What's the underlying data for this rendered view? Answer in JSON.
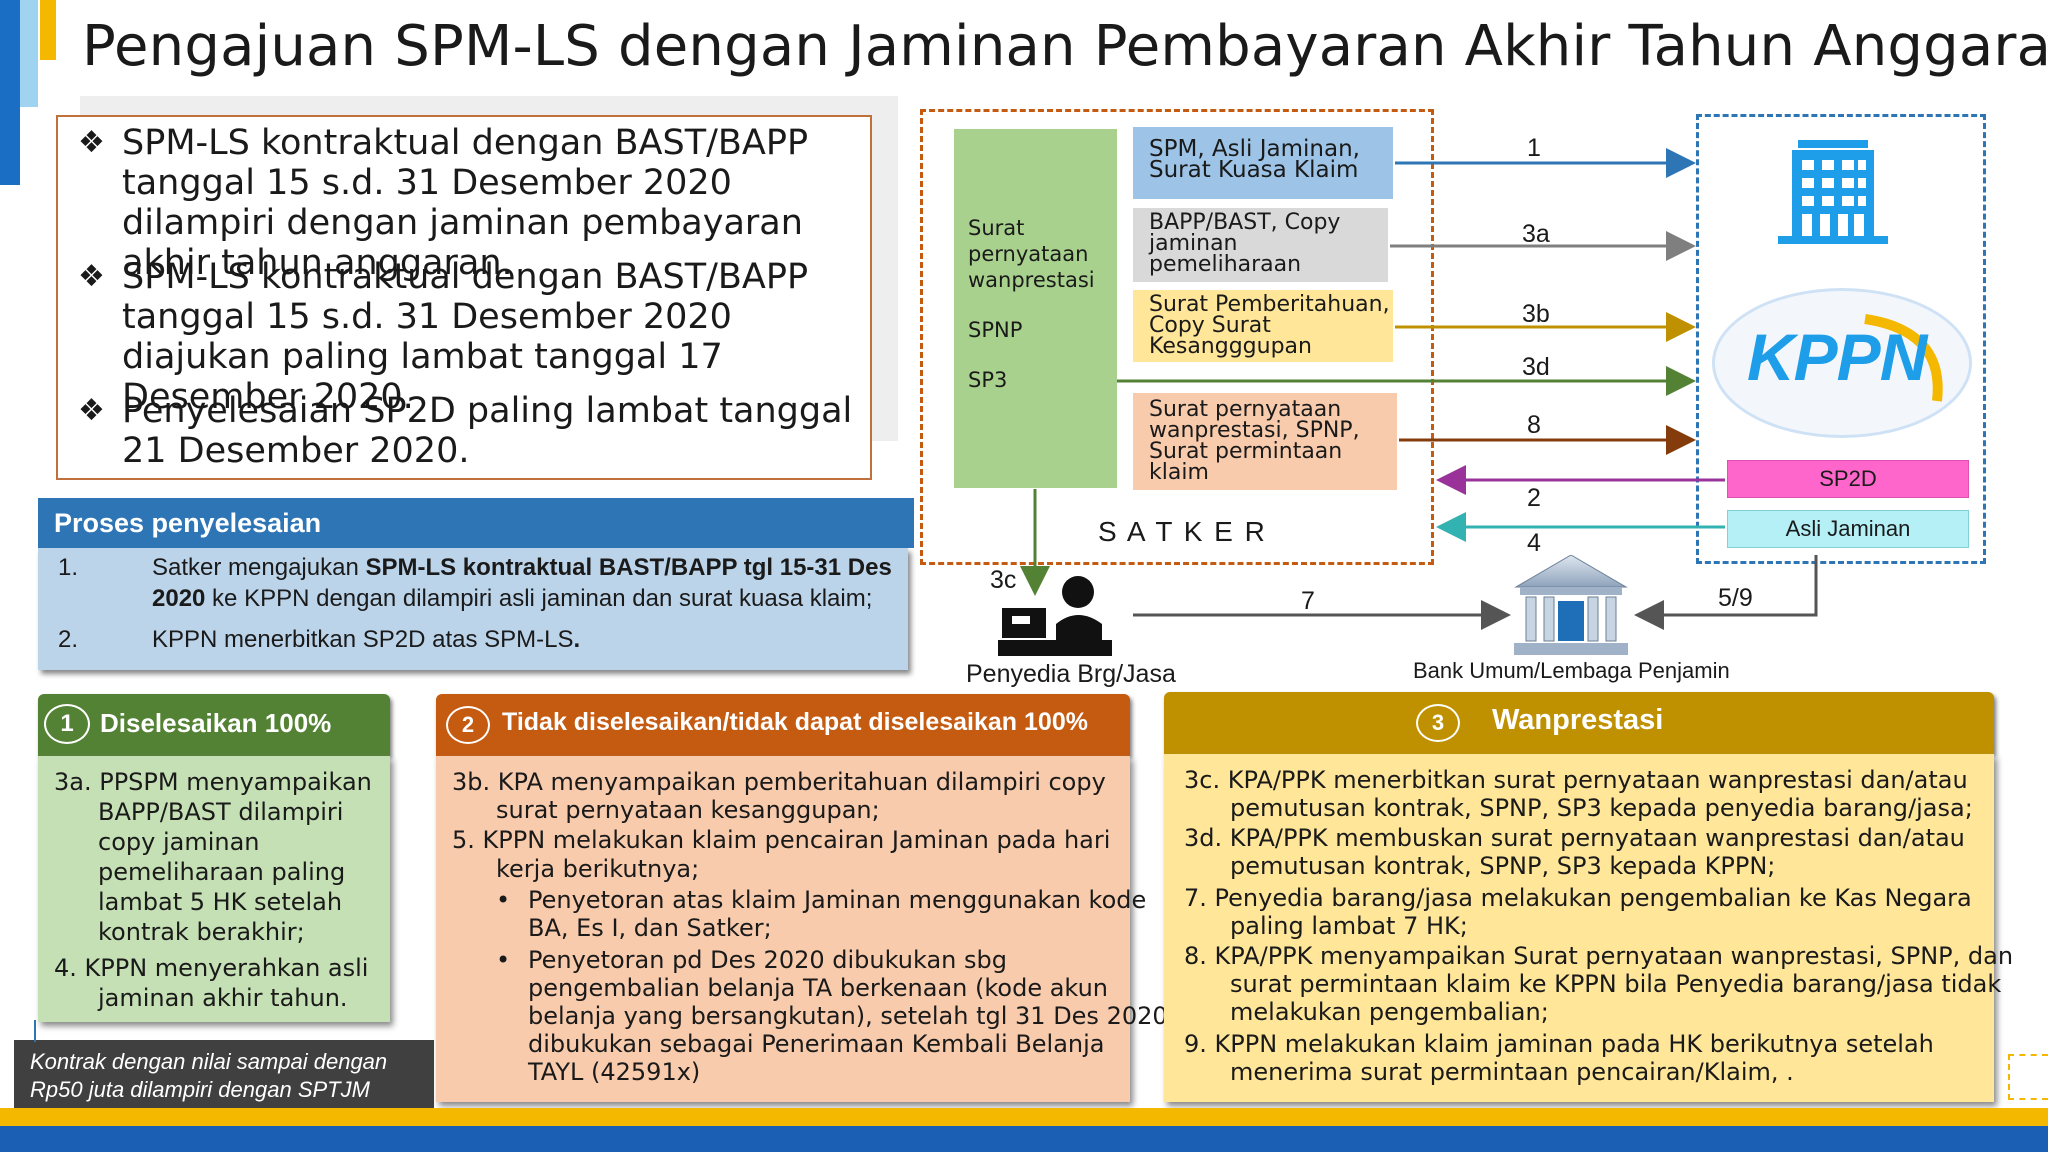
{
  "title": "Pengajuan SPM-LS dengan Jaminan Pembayaran Akhir Tahun Anggaran",
  "bullets": [
    "SPM-LS kontraktual dengan BAST/BAPP tanggal 15 s.d. 31 Desember 2020 dilampiri dengan jaminan pembayaran akhir tahun anggaran.",
    "SPM-LS kontraktual dengan BAST/BAPP tanggal 15 s.d. 31 Desember 2020 diajukan paling lambat tanggal 17 Desember 2020.",
    "Penyelesaian SP2D paling lambat tanggal 21 Desember 2020."
  ],
  "bullet_symbol": "❖",
  "proses": {
    "heading": "Proses penyelesaian",
    "items": [
      {
        "num": "1.",
        "pre": "Satker mengajukan ",
        "bold": "SPM-LS kontraktual BAST/BAPP tgl 15-31 Des 2020",
        "post": " ke KPPN dengan dilampiri asli jaminan dan surat kuasa klaim;"
      },
      {
        "num": "2.",
        "pre": "KPPN menerbitkan SP2D atas SPM-LS",
        "bold": ".",
        "post": ""
      }
    ]
  },
  "diagram": {
    "green_column": {
      "l1": "Surat",
      "l2": "pernyataan",
      "l3": "wanprestasi",
      "l4": "SPNP",
      "l5": "SP3"
    },
    "docs": {
      "d1": {
        "l1": "SPM, Asli Jaminan,",
        "l2": "Surat Kuasa Klaim"
      },
      "d2": {
        "l1": "BAPP/BAST, Copy",
        "l2": "jaminan",
        "l3": "pemeliharaan"
      },
      "d3": {
        "l1": "Surat Pemberitahuan,",
        "l2": "Copy Surat",
        "l3": "Kesangggupan"
      },
      "d4": {
        "l1": "Surat pernyataan",
        "l2": "wanprestasi, SPNP,",
        "l3": "Surat permintaan",
        "l4": "klaim"
      }
    },
    "arrow_labels": {
      "a1": "1",
      "a3a": "3a",
      "a3b": "3b",
      "a3d": "3d",
      "a8": "8",
      "a2": "2",
      "a4": "4",
      "a3c": "3c",
      "a7": "7",
      "a59": "5/9"
    },
    "satker_label": "S A T K E R",
    "sp2d_label": "SP2D",
    "asli_label": "Asli Jaminan",
    "penyedia_label": "Penyedia Brg/Jasa",
    "bank_label": "Bank Umum/Lembaga Penjamin",
    "kppn_logo": "KPPN"
  },
  "cards": {
    "c1": {
      "num": "1",
      "title": "Diselesaikan 100%",
      "lines": [
        "3a. PPSPM menyampaikan",
        "BAPP/BAST dilampiri",
        "copy jaminan",
        "pemeliharaan paling",
        "lambat 5 HK setelah",
        "kontrak berakhir;",
        "4.   KPPN menyerahkan asli",
        "jaminan akhir tahun."
      ]
    },
    "c2": {
      "num": "2",
      "title": "Tidak diselesaikan/tidak dapat diselesaikan 100%",
      "lines": [
        "3b. KPA menyampaikan pemberitahuan dilampiri copy",
        "surat pernyataan kesanggupan;",
        "5.   KPPN melakukan klaim pencairan Jaminan pada hari",
        "kerja berikutnya;",
        "Penyetoran atas klaim Jaminan menggunakan kode",
        "BA, Es I, dan Satker;",
        "Penyetoran pd Des 2020 dibukukan sbg",
        "pengembalian belanja TA berkenaan (kode akun",
        "belanja yang bersangkutan), setelah tgl 31 Des 2020",
        "dibukukan sebagai Penerimaan Kembali Belanja",
        "TAYL (42591x)"
      ]
    },
    "c3": {
      "num": "3",
      "title": "Wanprestasi",
      "lines": [
        "3c. KPA/PPK menerbitkan surat pernyataan wanprestasi dan/atau",
        "pemutusan kontrak, SPNP, SP3 kepada penyedia barang/jasa;",
        "3d. KPA/PPK membuskan surat pernyataan wanprestasi dan/atau",
        "pemutusan kontrak, SPNP, SP3 kepada KPPN;",
        "7.   Penyedia barang/jasa melakukan pengembalian ke Kas Negara",
        "paling lambat 7 HK;",
        "8.   KPA/PPK menyampaikan Surat pernyataan wanprestasi, SPNP, dan",
        "surat permintaan klaim ke KPPN bila Penyedia barang/jasa tidak",
        "melakukan pengembalian;",
        "9. KPPN melakukan klaim jaminan pada HK berikutnya setelah",
        "menerima surat permintaan pencairan/Klaim, ."
      ]
    }
  },
  "note": {
    "l1": "Kontrak dengan nilai sampai dengan",
    "l2": "Rp50 juta dilampiri dengan SPTJM"
  },
  "colors": {
    "blue": "#2e75b6",
    "green_header": "#548235",
    "green_body": "#c5e0b4",
    "orange_header": "#c55a11",
    "orange_body": "#f8cbad",
    "gold_header": "#bf9000",
    "gold_body": "#ffe699",
    "sp2d": "#ff66cc",
    "asli": "#b4f0f5"
  }
}
